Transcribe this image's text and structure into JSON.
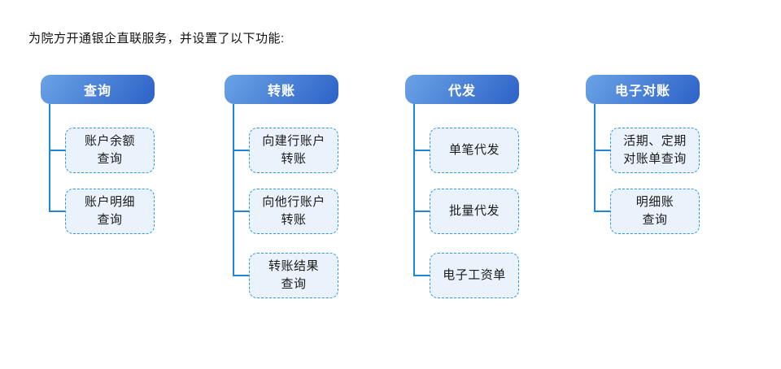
{
  "title": "为院方开通银企直联服务，并设置了以下功能:",
  "colors": {
    "header_gradient_start": "#6BA3E6",
    "header_gradient_end": "#2D62C8",
    "header_text": "#FFFFFF",
    "child_fill": "#EAF3FC",
    "child_border": "#2E97E8",
    "child_text": "#1A1A1A",
    "connector": "#1E87D9"
  },
  "columns": [
    {
      "header": "查询",
      "items": [
        {
          "label": "账户余额\n查询"
        },
        {
          "label": "账户明细\n查询"
        }
      ]
    },
    {
      "header": "转账",
      "items": [
        {
          "label": "向建行账户\n转账"
        },
        {
          "label": "向他行账户\n转账"
        },
        {
          "label": "转账结果\n查询"
        }
      ]
    },
    {
      "header": "代发",
      "items": [
        {
          "label": "单笔代发"
        },
        {
          "label": "批量代发"
        },
        {
          "label": "电子工资单"
        }
      ]
    },
    {
      "header": "电子对账",
      "items": [
        {
          "label": "活期、定期\n对账单查询"
        },
        {
          "label": "明细账\n查询"
        }
      ]
    }
  ]
}
